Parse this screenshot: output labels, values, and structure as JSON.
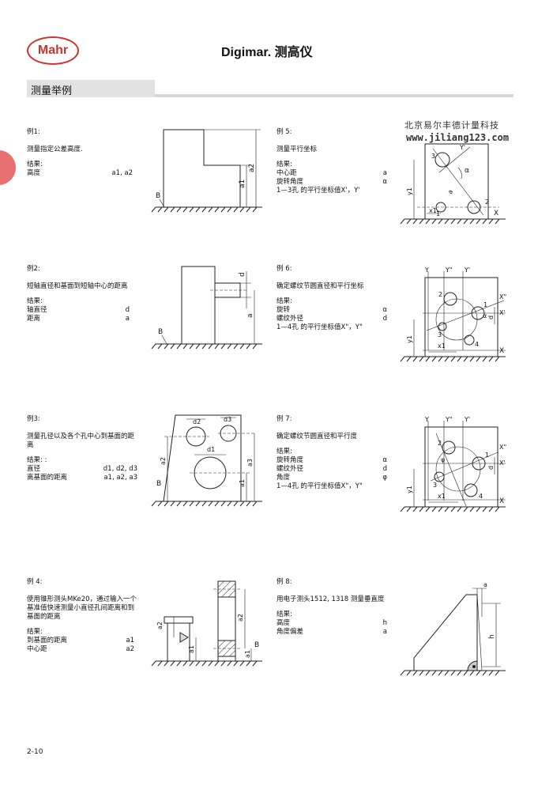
{
  "header": {
    "logo": "Mahr",
    "title": "Digimar. 测高仪",
    "section": "测量举例"
  },
  "watermark": {
    "line1": "北京易尔丰德计量科技",
    "line2": "www.jiliang123.com"
  },
  "examples": [
    {
      "title": "例1:",
      "desc": "测量指定公差高度.",
      "result_label": "结果:",
      "rows": [
        {
          "k": "高度",
          "v": "a1, a2"
        }
      ],
      "fig": {
        "b": "B",
        "a1": "a1",
        "a2": "a2"
      }
    },
    {
      "title": "例2:",
      "desc": "短轴直径和基面到短轴中心的距离",
      "result_label": "结果:",
      "rows": [
        {
          "k": "轴直径",
          "v": "d"
        },
        {
          "k": "距离",
          "v": "a"
        }
      ],
      "fig": {
        "b": "B",
        "d": "d",
        "a": "a"
      }
    },
    {
      "title": "例3:",
      "desc": "测量孔径以及各个孔中心到基面的距离",
      "result_label": "结果: :",
      "rows": [
        {
          "k": "直径",
          "v": "d1, d2, d3"
        },
        {
          "k": "离基面的距离",
          "v": "a1, a2, a3"
        }
      ],
      "fig": {
        "b": "B",
        "d1": "d1",
        "d2": "d2",
        "d3": "d3",
        "a1": "a1",
        "a2": "a2",
        "a3": "a3"
      }
    },
    {
      "title": "例 4:",
      "desc": "使用锥形测头MKe20，通过输入一个基准值快速测量小直径孔间距离和到基面的距离",
      "result_label": "结果:",
      "rows": [
        {
          "k": "到基面的距离",
          "v": "a1"
        },
        {
          "k": "中心距",
          "v": "a2"
        }
      ],
      "fig": {
        "b": "B",
        "a1": "a1",
        "a2": "a2"
      }
    },
    {
      "title": "例 5:",
      "desc": "测量平行坐标",
      "result_label": "结果:",
      "rows": [
        {
          "k": "中心距",
          "v": "a"
        },
        {
          "k": "旋转角度",
          "v": "α"
        },
        {
          "k": "1—3孔 的平行坐标值X'，Y'",
          "v": ""
        }
      ],
      "fig": {
        "x": "X",
        "y1": "y1",
        "x1": "x1",
        "yp": "Y'",
        "a": "a",
        "alpha": "α",
        "n1": "1",
        "n2": "2",
        "n3": "3"
      }
    },
    {
      "title": "例 6:",
      "desc": "确定螺纹节圆直径和平行坐标",
      "result_label": "结果:",
      "rows": [
        {
          "k": "旋转",
          "v": "α"
        },
        {
          "k": "螺纹外径",
          "v": "d"
        },
        {
          "k": "1—4孔 的平行坐标值X\"，Y\"",
          "v": ""
        }
      ],
      "fig": {
        "y": "Y",
        "ypp": "Y\"",
        "yp": "Y'",
        "xpp": "X\"",
        "xp": "X'",
        "x": "X",
        "x1": "x1",
        "y1": "y1",
        "d": "d",
        "alpha": "α",
        "n1": "1",
        "n2": "2",
        "n3": "3",
        "n4": "4"
      }
    },
    {
      "title": "例 7:",
      "desc": "确定螺纹节圆直径和平行度",
      "result_label": "结果:",
      "rows": [
        {
          "k": "旋转角度",
          "v": "α"
        },
        {
          "k": "螺纹外径",
          "v": "d"
        },
        {
          "k": "角度",
          "v": "φ"
        },
        {
          "k": "1—4孔 的平行坐标值X\"，Y\"",
          "v": ""
        }
      ],
      "fig": {
        "y": "Y",
        "ypp": "Y\"",
        "yp": "Y'",
        "xpp": "X\"",
        "xp": "X'",
        "x": "X",
        "x1": "x1",
        "y1": "y1",
        "d": "d",
        "phi": "φ",
        "n1": "1",
        "n2": "2",
        "n3": "3",
        "n4": "4"
      }
    },
    {
      "title": "例 8:",
      "desc": "用电子测头1512, 1318 测量垂直度",
      "result_label": "结果:",
      "rows": [
        {
          "k": "高度",
          "v": "h"
        },
        {
          "k": "角度偏差",
          "v": "a"
        }
      ],
      "fig": {
        "a": "a",
        "h": "h"
      }
    }
  ],
  "page_number": "2-10"
}
